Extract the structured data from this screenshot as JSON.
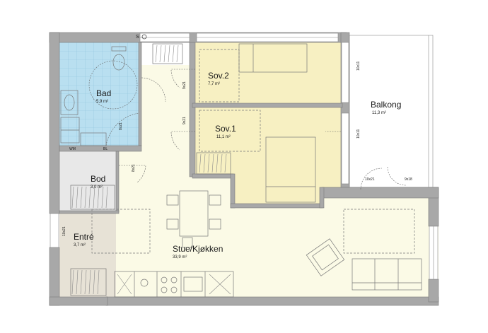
{
  "rooms": {
    "bad": {
      "name": "Bad",
      "area": "5,9 m²"
    },
    "sov2": {
      "name": "Sov.2",
      "area": "7,7 m²"
    },
    "sov1": {
      "name": "Sov.1",
      "area": "11,1 m²"
    },
    "balkong": {
      "name": "Balkong",
      "area": "11,3 m²"
    },
    "bod": {
      "name": "Bod",
      "area": "3,0 m²"
    },
    "entre": {
      "name": "Entré",
      "area": "3,7 m²"
    },
    "stue": {
      "name": "Stue/Kjøkken",
      "area": "33,9 m²"
    }
  },
  "marker": {
    "label": "S"
  },
  "doors": {
    "d_bad": "8x21",
    "d_sov2": "9x21",
    "d_sov1": "9x21",
    "d_bod": "8x21",
    "d_entre": "10x21",
    "d_bal1": "10x11",
    "d_bal2": "10x11",
    "d_bal3": "10x21",
    "d_bal4": "9x18"
  },
  "fixtures": {
    "wm": "WM",
    "bl": "BL"
  },
  "colors": {
    "living": "#fbfae6",
    "bedroom": "#f7f0c2",
    "bath_tile": "#b9dff0",
    "storage": "#e8e8e8",
    "entry": "#e7e2d6",
    "wall": "#a8a8a8"
  }
}
